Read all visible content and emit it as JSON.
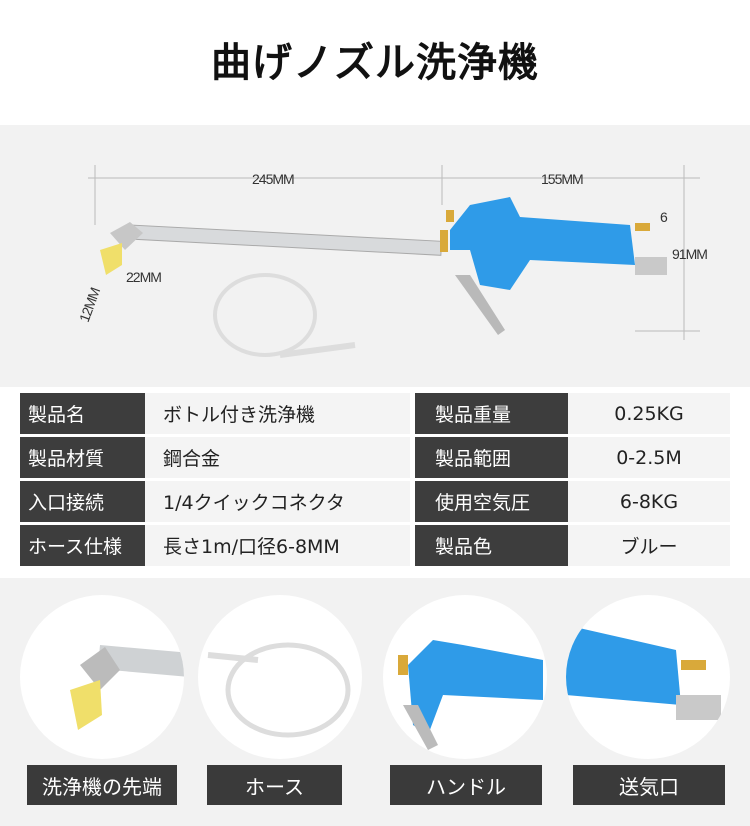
{
  "title": "曲げノズル洗浄機",
  "dimensions": {
    "tube_length": "245MM",
    "handle_length": "155MM",
    "barb": "6",
    "height": "91MM",
    "nozzle_width": "22MM",
    "nozzle_tip": "12MM"
  },
  "specs": [
    {
      "label": "製品名",
      "value": "ボトル付き洗浄機",
      "label2": "製品重量",
      "value2": "0.25KG"
    },
    {
      "label": "製品材質",
      "value": "鋼合金",
      "label2": "製品範囲",
      "value2": "0-2.5M"
    },
    {
      "label": "入口接続",
      "value": "1/4クイックコネクタ",
      "label2": "使用空気圧",
      "value2": "6-8KG"
    },
    {
      "label": "ホース仕様",
      "value": "長さ1m/口径6-8MM",
      "label2": "製品色",
      "value2": "ブルー"
    }
  ],
  "details": [
    {
      "caption": "洗浄機の先端"
    },
    {
      "caption": "ホース"
    },
    {
      "caption": "ハンドル"
    },
    {
      "caption": "送気口"
    }
  ],
  "colors": {
    "blue": "#2f9be8",
    "brass": "#e3c65a",
    "dark": "#3d3d3d"
  }
}
